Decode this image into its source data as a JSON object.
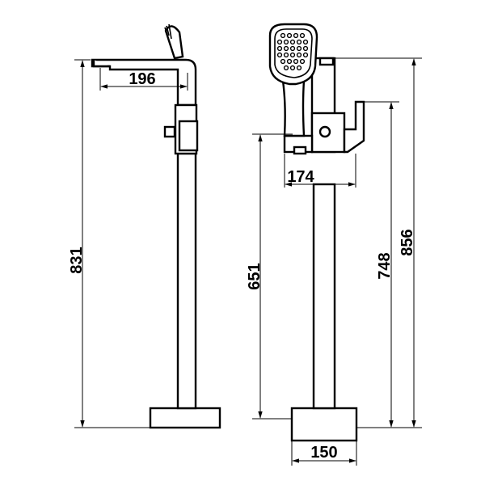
{
  "dimensions": {
    "left_spout_reach": "196",
    "left_total_height": "831",
    "right_handle_reach": "174",
    "right_spout_height": "651",
    "right_handle_height": "748",
    "right_total_height": "856",
    "base_width": "150"
  },
  "colors": {
    "line": "#000000",
    "background": "#ffffff"
  }
}
